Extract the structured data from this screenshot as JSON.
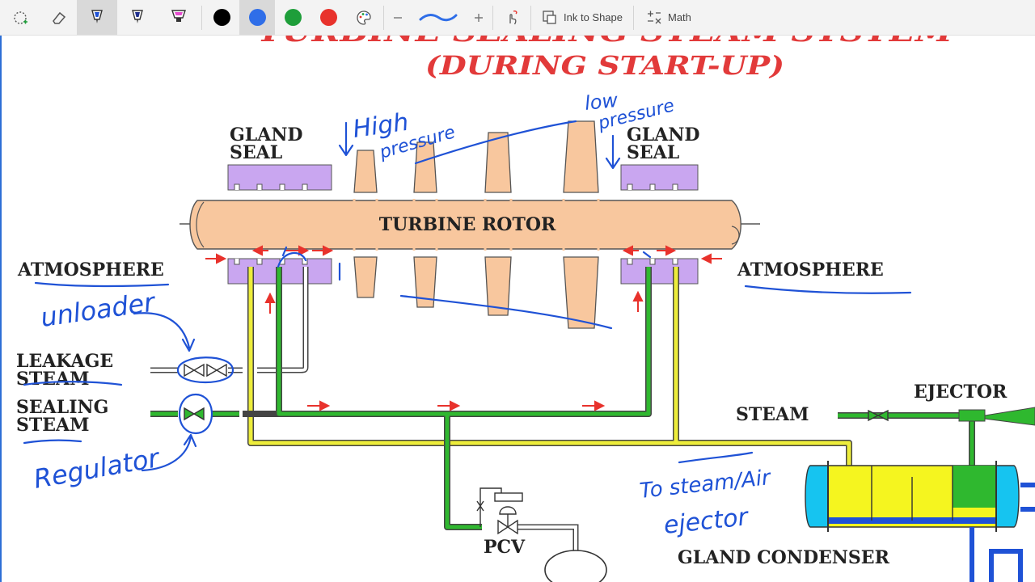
{
  "toolbar": {
    "ink_to_shape": "Ink to Shape",
    "math": "Math",
    "pens": [
      {
        "name": "pen-blue",
        "color": "#1f52d6"
      },
      {
        "name": "pen-navy",
        "color": "#1f2f8f"
      },
      {
        "name": "highlighter-pink",
        "color": "#e64ccf"
      }
    ],
    "colors": [
      "#000000",
      "#2f6ee8",
      "#1e9e3a",
      "#e8322c"
    ]
  },
  "diagram": {
    "title": "TURBINE SEALING STEAM SYSTEM",
    "subtitle": "(DURING START-UP)",
    "gland_seal_left_1": "GLAND",
    "gland_seal_left_2": "SEAL",
    "gland_seal_right_1": "GLAND",
    "gland_seal_right_2": "SEAL",
    "rotor": "TURBINE ROTOR",
    "atmosphere_left": "ATMOSPHERE",
    "atmosphere_right": "ATMOSPHERE",
    "leakage_1": "LEAKAGE",
    "leakage_2": "STEAM",
    "sealing_1": "SEALING",
    "sealing_2": "STEAM",
    "steam": "STEAM",
    "ejector": "EJECTOR",
    "pcv": "PCV",
    "gland_condenser": "GLAND CONDENSER"
  },
  "annotations": {
    "high": "High",
    "pressure_high": "pressure",
    "low": "low",
    "pressure_low": "pressure",
    "unloader": "unloader",
    "regulator": "Regulator",
    "to_ejector_1": "To steam/Air",
    "to_ejector_2": "ejector"
  },
  "colors": {
    "rotor": "#f8c79e",
    "seal": "#c9a6f0",
    "leak_line": "#eded3a",
    "seal_line": "#2fb82f",
    "condenser_body": "#f5f51f",
    "condenser_end": "#16c4f0",
    "ink": "#1f52d6",
    "arrow": "#e8322c"
  }
}
